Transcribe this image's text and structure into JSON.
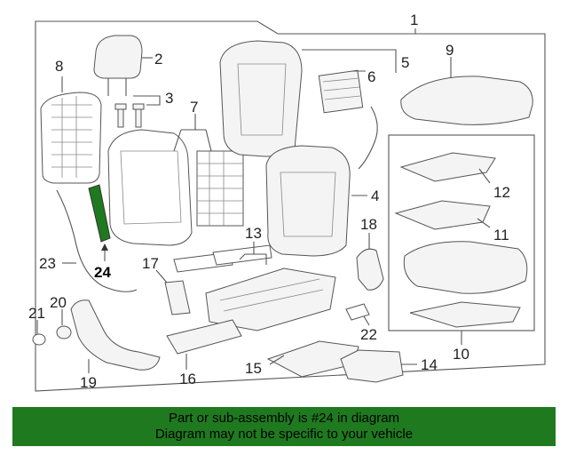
{
  "callouts": {
    "c1": "1",
    "c2": "2",
    "c3": "3",
    "c4": "4",
    "c5": "5",
    "c6": "6",
    "c7": "7",
    "c8": "8",
    "c9": "9",
    "c10": "10",
    "c11": "11",
    "c12": "12",
    "c13": "13",
    "c14": "14",
    "c15": "15",
    "c16": "16",
    "c17": "17",
    "c18": "18",
    "c19": "19",
    "c20": "20",
    "c21": "21",
    "c22": "22",
    "c23": "23",
    "c24": "24"
  },
  "highlighted_part": "24",
  "colors": {
    "highlight": "#1f7a1f",
    "banner": "#1f7a1f"
  },
  "banner": {
    "line1": "Part or sub-assembly is #24 in diagram",
    "line2": "Diagram may not be specific to your vehicle"
  }
}
